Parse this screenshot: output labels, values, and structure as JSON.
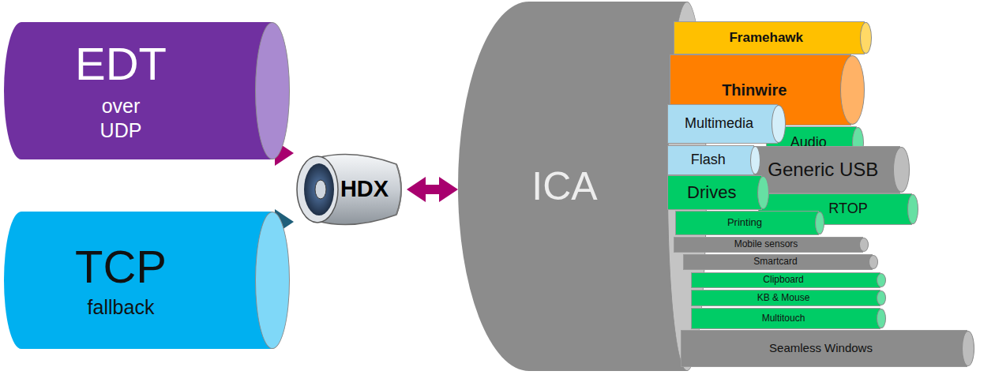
{
  "diagram": {
    "nodes": [
      {
        "text": [
          "EDT",
          "over UDP"
        ]
      },
      {
        "text": [
          "TCP",
          "fallback"
        ]
      },
      {
        "text": [
          "HDX"
        ]
      },
      {
        "text": [
          "ICA"
        ]
      },
      {
        "text": [
          "Framehawk"
        ]
      },
      {
        "text": [
          "Thinwire"
        ]
      },
      {
        "text": [
          "Multimedia"
        ]
      },
      {
        "text": [
          "Audio"
        ]
      },
      {
        "text": [
          "Flash"
        ]
      },
      {
        "text": [
          "Generic USB"
        ]
      },
      {
        "text": [
          "Drives"
        ]
      },
      {
        "text": [
          "RTOP"
        ]
      },
      {
        "text": [
          "Printing"
        ]
      },
      {
        "text": [
          "Mobile sensors"
        ]
      },
      {
        "text": [
          "Smartcard"
        ]
      },
      {
        "text": [
          "Clipboard"
        ]
      },
      {
        "text": [
          "KB & Mouse"
        ]
      },
      {
        "text": [
          "Multitouch"
        ]
      },
      {
        "text": [
          "Seamless Windows"
        ]
      }
    ],
    "edges": [
      {
        "from": 0,
        "to": 2,
        "arrow": "to"
      },
      {
        "from": 1,
        "to": 2,
        "arrow": "to"
      },
      {
        "from": 2,
        "to": 3,
        "arrow": "both"
      }
    ]
  }
}
